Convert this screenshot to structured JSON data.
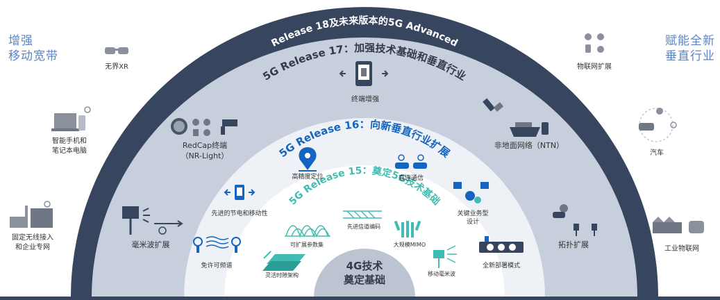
{
  "left_title": [
    "增强",
    "移动宽带"
  ],
  "right_title": [
    "赋能全新",
    "垂直行业"
  ],
  "rings": {
    "r18": "Release 18及未来版本的5G Advanced",
    "r17": "5G Release 17：加强技术基础和垂直行业",
    "r16": "5G Release 16：向新垂直行业扩展",
    "r15": "5G Release 15：奠定5G技术基础",
    "core": [
      "4G技术",
      "奠定基础"
    ]
  },
  "outer_left": {
    "xr": "无界XR",
    "phone": [
      "智能手机和",
      "笔记本电脑"
    ],
    "fwa": [
      "固定无线接入",
      "和企业专网"
    ]
  },
  "outer_right": {
    "iot": "物联网扩展",
    "car": "汽车",
    "iiot": "工业物联网"
  },
  "r17_items": {
    "device": "终端增强",
    "redcap": [
      "RedCap终端",
      "（NR-Light）"
    ],
    "ntn": "非地面网络（NTN）",
    "mmwave_ext": "毫米波扩展",
    "topology": "拓扑扩展"
  },
  "r16_items": {
    "positioning": "高精度定位",
    "direct": "直连通信",
    "power": "先进的节电和移动性",
    "vertical": [
      "关键业务型",
      "设计"
    ],
    "unlicensed": "免许可频谱",
    "deploy": "全新部署模式"
  },
  "r15_items": {
    "numerology": "可扩展参数集",
    "coding": "先进信道编码",
    "mimo": "大规模MIMO",
    "tdd": "灵活时隙架构",
    "mmwave": "移动毫米波"
  },
  "colors": {
    "outer_ring": "#37455e",
    "r17_ring": "#c7cfdc",
    "r16_ring": "#eef1f6",
    "r15_ring": "#ffffff",
    "core": "#bcc4d2",
    "accent_blue": "#1565c0",
    "teal": "#3fbdb3",
    "side_text": "#5b86c6",
    "icon_gray": "#6f7785"
  }
}
